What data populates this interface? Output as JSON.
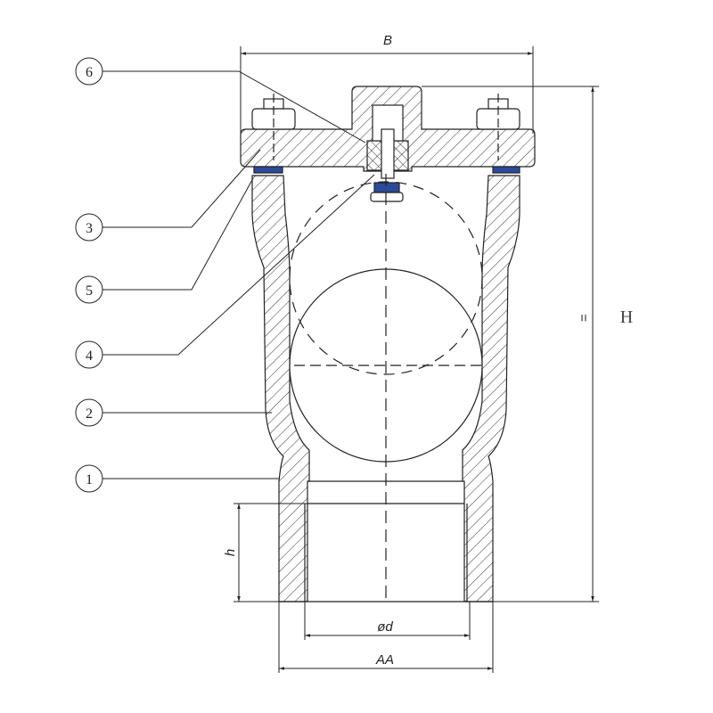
{
  "title": "Air release valve sectional drawing",
  "dimensions": {
    "B": "B",
    "H": "H",
    "H_mark": "=",
    "h": "h",
    "d": "ød",
    "AA": "AA"
  },
  "callouts": [
    {
      "num": "6"
    },
    {
      "num": "3"
    },
    {
      "num": "5"
    },
    {
      "num": "4"
    },
    {
      "num": "2"
    },
    {
      "num": "1"
    }
  ],
  "colors": {
    "line": "#222222",
    "gasket": "#2b4a9a"
  }
}
